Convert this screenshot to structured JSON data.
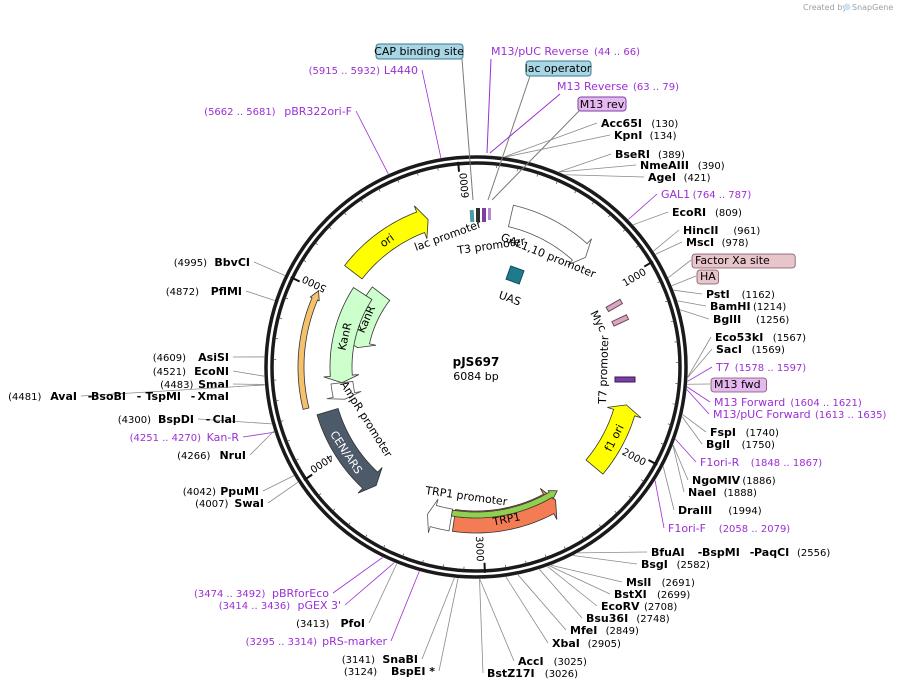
{
  "credit": {
    "prefix": "Created by",
    "brand": "SnapGene"
  },
  "plasmid": {
    "name": "pJS697",
    "length_label": "6084 bp",
    "length": 6084
  },
  "ticks": [
    {
      "bp": 1000,
      "label": "1000"
    },
    {
      "bp": 2000,
      "label": "2000"
    },
    {
      "bp": 3000,
      "label": "3000"
    },
    {
      "bp": 4000,
      "label": "4000"
    },
    {
      "bp": 5000,
      "label": "5000"
    },
    {
      "bp": 6000,
      "label": "6000"
    }
  ],
  "features": [
    {
      "name": "ori",
      "start": 5200,
      "end": 5780,
      "ring": 3,
      "color": "#ffff00",
      "dir": 1,
      "label": "ori"
    },
    {
      "name": "kanr-inner",
      "start": 4720,
      "end": 5200,
      "ring": 2,
      "color": "#ccffcc",
      "dir": -1,
      "label": "KanR"
    },
    {
      "name": "kanr-mid",
      "start": 4450,
      "end": 5120,
      "ring": 4,
      "color": "#ccffcc",
      "dir": -1,
      "label": "KanR"
    },
    {
      "name": "ampr-promoter",
      "start": 4330,
      "end": 4450,
      "ring": 4,
      "color": "#ffffff",
      "dir": -1,
      "label": ""
    },
    {
      "name": "kan-r-primer-arc",
      "start": 4330,
      "end": 5000,
      "ring": 6,
      "color": "#f5c16c",
      "dir": 1,
      "label": ""
    },
    {
      "name": "cen-ars",
      "start": 3720,
      "end": 4280,
      "ring": 3,
      "color": "#4d5a6a",
      "dir": -1,
      "label": "CEN/ARS"
    },
    {
      "name": "trp1-promoter",
      "start": 3200,
      "end": 3350,
      "ring": 3,
      "color": "#ffffff",
      "dir": 1,
      "label": ""
    },
    {
      "name": "trp1",
      "start": 2520,
      "end": 3180,
      "ring": 3,
      "color": "#f47c54",
      "dir": -1,
      "label": "TRP1"
    },
    {
      "name": "trp1-green",
      "start": 2480,
      "end": 3200,
      "ring": 5,
      "color": "#8fd04f",
      "dir": -1,
      "label": ""
    },
    {
      "name": "f1-ori",
      "start": 1760,
      "end": 2200,
      "ring": 3,
      "color": "#ffff00",
      "dir": -1,
      "label": "f1 ori"
    },
    {
      "name": "gal-promoter",
      "start": 220,
      "end": 760,
      "ring": 3,
      "color": "#ffffff",
      "dir": 1,
      "label": ""
    }
  ],
  "inner_labels": {
    "lac_promoter": "lac promoter",
    "t3_promoter": "T3 promoter",
    "gal110_promoter": "GAL1,10 promoter",
    "uas": "UAS",
    "myc": "Myc",
    "t7_promoter": "T7 promoter",
    "trp1_promoter": "TRP1 promoter",
    "ampr_promoter": "AmpR promoter"
  },
  "sites_top": [
    {
      "kind": "box",
      "text": "CAP binding site",
      "color": "#a9d6e5"
    },
    {
      "kind": "primer",
      "text": "M13/pUC Reverse",
      "range": "(44 .. 66)"
    },
    {
      "kind": "box",
      "text": "lac operator",
      "color": "#a9d6e5"
    },
    {
      "kind": "primer",
      "text": "M13 Reverse",
      "range": "(63 .. 79)"
    },
    {
      "kind": "box",
      "text": "M13 rev",
      "color": "#e6b8f0"
    }
  ],
  "sites_right": [
    {
      "name": "Acc65I",
      "pos": "(130)"
    },
    {
      "name": "KpnI",
      "pos": "(134)"
    },
    {
      "name": "BseRI",
      "pos": "(389)"
    },
    {
      "name": "NmeAIII",
      "pos": "(390)"
    },
    {
      "name": "AgeI",
      "pos": "(421)"
    },
    {
      "name": "GAL1",
      "pos": "(764 .. 787)",
      "primer": true
    },
    {
      "name": "EcoRI",
      "pos": "(809)"
    },
    {
      "name": "HincII",
      "pos": "(961)"
    },
    {
      "name": "MscI",
      "pos": "(978)"
    },
    {
      "name": "Factor Xa site",
      "pos": "",
      "box": "#e8c4cb"
    },
    {
      "name": "HA",
      "pos": "",
      "box": "#e8c4cb"
    },
    {
      "name": "PstI",
      "pos": "(1162)"
    },
    {
      "name": "BamHI",
      "pos": "(1214)"
    },
    {
      "name": "BglII",
      "pos": "(1256)"
    },
    {
      "name": "Eco53kI",
      "pos": "(1567)"
    },
    {
      "name": "SacI",
      "pos": "(1569)"
    },
    {
      "name": "T7",
      "pos": "(1578 .. 1597)",
      "primer": true
    },
    {
      "name": "M13 fwd",
      "pos": "",
      "box": "#e6b8f0"
    },
    {
      "name": "M13 Forward",
      "pos": "(1604 .. 1621)",
      "primer": true
    },
    {
      "name": "M13/pUC Forward",
      "pos": "(1613 .. 1635)",
      "primer": true
    },
    {
      "name": "FspI",
      "pos": "(1740)"
    },
    {
      "name": "BglI",
      "pos": "(1750)"
    },
    {
      "name": "F1ori-R",
      "pos": "(1848 .. 1867)",
      "primer": true
    },
    {
      "name": "NgoMIV",
      "pos": "(1886)"
    },
    {
      "name": "NaeI",
      "pos": "(1888)"
    },
    {
      "name": "DraIII",
      "pos": "(1994)"
    },
    {
      "name": "F1ori-F",
      "pos": "(2058 .. 2079)",
      "primer": true
    }
  ],
  "sites_bottom_right": [
    {
      "name": "BfuAI",
      "pos": ""
    },
    {
      "name": "BspMI",
      "pos": ""
    },
    {
      "name": "PaqCI",
      "pos": "(2556)"
    },
    {
      "name": "BsgI",
      "pos": "(2582)"
    },
    {
      "name": "MslI",
      "pos": "(2691)"
    },
    {
      "name": "BstXI",
      "pos": "(2699)"
    },
    {
      "name": "EcoRV",
      "pos": "(2708)"
    },
    {
      "name": "Bsu36I",
      "pos": "(2748)"
    },
    {
      "name": "MfeI",
      "pos": "(2849)"
    },
    {
      "name": "XbaI",
      "pos": "(2905)"
    },
    {
      "name": "AccI",
      "pos": "(3025)"
    },
    {
      "name": "BstZ17I",
      "pos": "(3026)"
    }
  ],
  "sites_left": [
    {
      "name": "L4440",
      "pos": "(5915 .. 5932)",
      "primer": true
    },
    {
      "name": "pBR322ori-F",
      "pos": "(5662 .. 5681)",
      "primer": true
    },
    {
      "name": "BbvCI",
      "pos": "(4995)"
    },
    {
      "name": "PflMI",
      "pos": "(4872)"
    },
    {
      "name": "AsiSI",
      "pos": "(4609)"
    },
    {
      "name": "EcoNI",
      "pos": "(4521)"
    },
    {
      "name": "SmaI",
      "pos": "(4483)"
    },
    {
      "name": "AvaI",
      "pos": "(4481)"
    },
    {
      "name": "BsoBI",
      "pos": ""
    },
    {
      "name": "TspMI",
      "pos": ""
    },
    {
      "name": "XmaI",
      "pos": ""
    },
    {
      "name": "BspDI",
      "pos": "(4300)"
    },
    {
      "name": "ClaI",
      "pos": ""
    },
    {
      "name": "Kan-R",
      "pos": "(4251 .. 4270)",
      "primer": true
    },
    {
      "name": "NruI",
      "pos": "(4266)"
    },
    {
      "name": "PpuMI",
      "pos": "(4042)"
    },
    {
      "name": "SwaI",
      "pos": "(4007)"
    },
    {
      "name": "pBRforEco",
      "pos": "(3474 .. 3492)",
      "primer": true
    },
    {
      "name": "pGEX 3'",
      "pos": "(3414 .. 3436)",
      "primer": true
    },
    {
      "name": "PfoI",
      "pos": "(3413)"
    },
    {
      "name": "pRS-marker",
      "pos": "(3295 .. 3314)",
      "primer": true
    },
    {
      "name": "SnaBI",
      "pos": "(3141)"
    },
    {
      "name": "BspEI *",
      "pos": "(3124)"
    }
  ]
}
